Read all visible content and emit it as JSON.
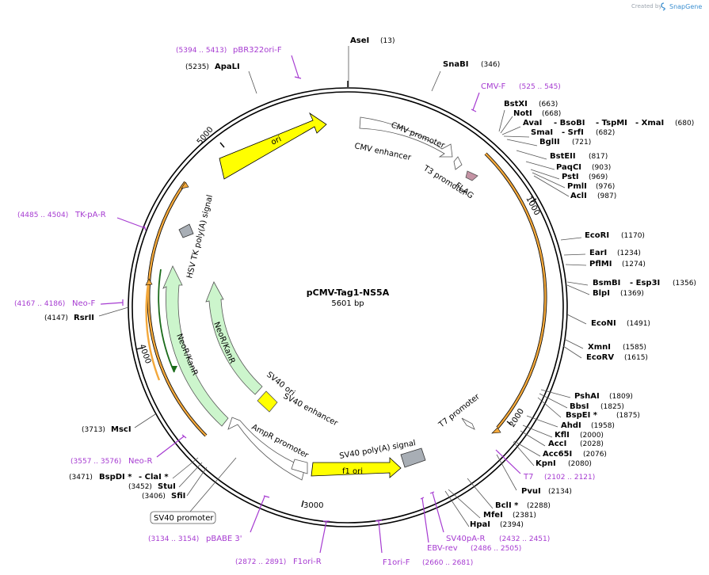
{
  "credit": {
    "created_by": "Created by",
    "brand": "SnapGene"
  },
  "plasmid": {
    "name": "pCMV-Tag1-NS5A",
    "size_label": "5601 bp",
    "length": 5601
  },
  "ticks": [
    {
      "label": "1000",
      "pos": 1000
    },
    {
      "label": "2000",
      "pos": 2000
    },
    {
      "label": "3000",
      "pos": 3000
    },
    {
      "label": "4000",
      "pos": 4000
    },
    {
      "label": "5000",
      "pos": 5000
    }
  ],
  "enzymes_right": [
    {
      "name": "AseI",
      "pos": "(13)"
    },
    {
      "name": "SnaBI",
      "pos": "(346)"
    },
    {
      "name": "BstXI",
      "pos": "(663)"
    },
    {
      "name": "NotI",
      "pos": "(668)"
    },
    {
      "name": "AvaI",
      "extra": [
        "BsoBI",
        "TspMI",
        "XmaI"
      ],
      "pos": "(680)"
    },
    {
      "name": "SmaI",
      "extra": [
        "SrfI"
      ],
      "pos": "(682)"
    },
    {
      "name": "BglII",
      "pos": "(721)"
    },
    {
      "name": "BstEII",
      "pos": "(817)"
    },
    {
      "name": "PaqCI",
      "pos": "(903)"
    },
    {
      "name": "PstI",
      "pos": "(969)"
    },
    {
      "name": "PmlI",
      "pos": "(976)"
    },
    {
      "name": "AclI",
      "pos": "(987)"
    },
    {
      "name": "EcoRI",
      "pos": "(1170)"
    },
    {
      "name": "EarI",
      "pos": "(1234)"
    },
    {
      "name": "PflMI",
      "pos": "(1274)"
    },
    {
      "name": "BsmBI",
      "extra": [
        "Esp3I"
      ],
      "pos": "(1356)"
    },
    {
      "name": "BlpI",
      "pos": "(1369)"
    },
    {
      "name": "EcoNI",
      "pos": "(1491)"
    },
    {
      "name": "XmnI",
      "pos": "(1585)"
    },
    {
      "name": "EcoRV",
      "pos": "(1615)"
    },
    {
      "name": "PshAI",
      "pos": "(1809)"
    },
    {
      "name": "BbsI",
      "pos": "(1825)"
    },
    {
      "name": "BspEI *",
      "pos": "(1875)"
    },
    {
      "name": "AhdI",
      "pos": "(1958)"
    },
    {
      "name": "KflI",
      "pos": "(2000)"
    },
    {
      "name": "AccI",
      "pos": "(2028)"
    },
    {
      "name": "Acc65I",
      "pos": "(2076)"
    },
    {
      "name": "KpnI",
      "pos": "(2080)"
    },
    {
      "name": "PvuI",
      "pos": "(2134)"
    },
    {
      "name": "BclI *",
      "pos": "(2288)"
    },
    {
      "name": "MfeI",
      "pos": "(2381)"
    },
    {
      "name": "HpaI",
      "pos": "(2394)"
    }
  ],
  "enzymes_left": [
    {
      "name": "ApaLI",
      "pos": "(5235)"
    },
    {
      "name": "RsrII",
      "pos": "(4147)"
    },
    {
      "name": "MscI",
      "pos": "(3713)"
    },
    {
      "name": "BspDI *",
      "extra": [
        "ClaI *"
      ],
      "pos": "(3471)"
    },
    {
      "name": "StuI",
      "pos": "(3452)"
    },
    {
      "name": "SfiI",
      "pos": "(3406)"
    }
  ],
  "primers": [
    {
      "name": "pBR322ori-F",
      "pos": "(5394 .. 5413)"
    },
    {
      "name": "CMV-F",
      "pos": "(525 .. 545)"
    },
    {
      "name": "TK-pA-R",
      "pos": "(4485 .. 4504)"
    },
    {
      "name": "Neo-F",
      "pos": "(4167 .. 4186)"
    },
    {
      "name": "Neo-R",
      "pos": "(3557 .. 3576)"
    },
    {
      "name": "T7",
      "pos": "(2102 .. 2121)"
    },
    {
      "name": "SV40pA-R",
      "pos": "(2432 .. 2451)"
    },
    {
      "name": "EBV-rev",
      "pos": "(2486 .. 2505)"
    },
    {
      "name": "pBABE 3'",
      "pos": "(3134 .. 3154)"
    },
    {
      "name": "F1ori-R",
      "pos": "(2872 .. 2891)"
    },
    {
      "name": "F1ori-F",
      "pos": "(2660 .. 2681)"
    }
  ],
  "features": {
    "ori": "ori",
    "cmv_promoter": "CMV promoter",
    "cmv_enhancer": "CMV enhancer",
    "t3_promoter": "T3 promoter",
    "flag": "FLAG",
    "hsv_tk": "HSV TK poly(A) signal",
    "neo_outer": "NeoR/KanR",
    "neo_inner": "NeoR/KanR",
    "sv40_ori": "SV40 ori",
    "sv40_enhancer": "SV40 enhancer",
    "t7_promoter": "T7 promoter",
    "ampr_promoter": "AmpR promoter",
    "sv40_polya": "SV40 poly(A) signal",
    "f1_ori": "f1 ori",
    "sv40_promoter": "SV40 promoter"
  },
  "colors": {
    "backbone": "#000000",
    "primer": "#a63bd1",
    "ori": "#ffff00",
    "neo": "#ccf5cc",
    "orange": "#f3a83b",
    "gray": "#a8aeb5",
    "flag": "#c493a4"
  }
}
